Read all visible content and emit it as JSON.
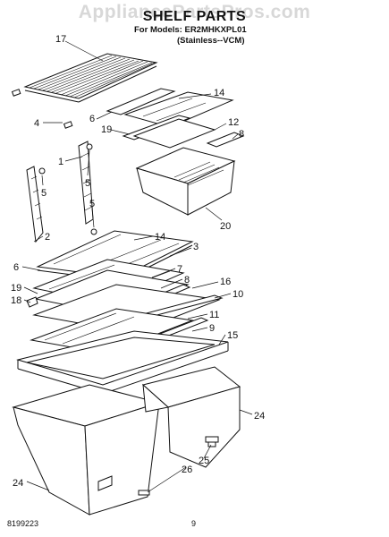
{
  "watermark": "AppliancePartsPros.com",
  "header": {
    "title": "SHELF PARTS",
    "models_label": "For Models:",
    "model": "ER2MHKXPL01",
    "variant": "(Stainless--VCM)"
  },
  "callouts": {
    "c17": "17",
    "c14a": "14",
    "c4": "4",
    "c6a": "6",
    "c12": "12",
    "c19a": "19",
    "c8a": "8",
    "c1": "1",
    "c5a": "5",
    "c5b": "5",
    "c5c": "5",
    "c20": "20",
    "c2": "2",
    "c14b": "14",
    "c3": "3",
    "c6b": "6",
    "c7": "7",
    "c8b": "8",
    "c16": "16",
    "c19b": "19",
    "c10": "10",
    "c18": "18",
    "c11": "11",
    "c9": "9",
    "c15": "15",
    "c24a": "24",
    "c25": "25",
    "c26": "26",
    "c24b": "24"
  },
  "footer": {
    "doc_number": "8199223",
    "page_number": "9"
  }
}
